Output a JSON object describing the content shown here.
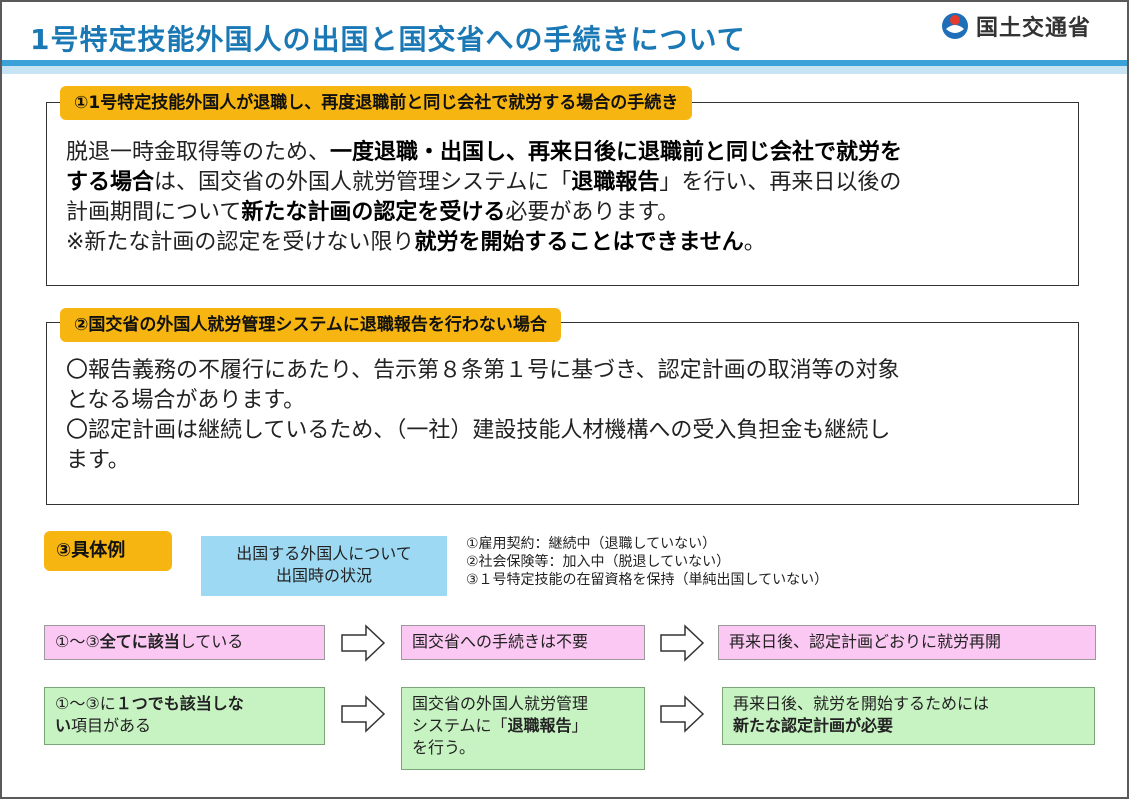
{
  "header": {
    "title": "1号特定技能外国人の出国と国交省への手続きについて",
    "logo_text": "国土交通省",
    "logo_icon": "mlit-logo-icon"
  },
  "section1": {
    "heading": "①1号特定技能外国人が退職し、再度退職前と同じ会社で就労する場合の手続き",
    "line1_a": "脱退一時金取得等のため、",
    "line1_b": "一度退職・出国し、再来日後に退職前と同じ会社で就労を",
    "line2_a": "する場合",
    "line2_b": "は、国交省の外国人就労管理システムに「",
    "line2_c": "退職報告",
    "line2_d": "」を行い、再来日以後の",
    "line3_a": "計画期間について",
    "line3_b": "新たな計画の認定を受ける",
    "line3_c": "必要があります。",
    "line4_a": "※新たな計画の認定を受けない限り",
    "line4_b": "就労を開始することはできません",
    "line4_c": "。"
  },
  "section2": {
    "heading": "②国交省の外国人就労管理システムに退職報告を行わない場合",
    "line1": "〇報告義務の不履行にあたり、告示第８条第１号に基づき、認定計画の取消等の対象",
    "line2": "となる場合があります。",
    "line3": "〇認定計画は継続しているため、（一社）建設技能人材機構への受入負担金も継続し",
    "line4": "ます。"
  },
  "section3": {
    "heading": "③具体例",
    "status_line1": "出国する外国人について",
    "status_line2": "出国時の状況",
    "conditions": [
      "①雇用契約：継続中（退職していない）",
      "②社会保険等：加入中（脱退していない）",
      "③１号特定技能の在留資格を保持（単純出国していない）"
    ],
    "row1": {
      "cond_a": "①～③",
      "cond_b": "全てに該当",
      "cond_c": "している",
      "step": "国交省への手続きは不要",
      "result": "再来日後、認定計画どおりに就労再開"
    },
    "row2": {
      "cond_a": "①～③に",
      "cond_b": "１つでも該当しな",
      "cond_c": "い",
      "cond_d": "項目がある",
      "step_line1": "国交省の外国人就労管理",
      "step_line2_a": "システムに「",
      "step_line2_b": "退職報告",
      "step_line2_c": "」",
      "step_line3": "を行う。",
      "result_line1": "再来日後、就労を開始するためには",
      "result_line2": "新たな認定計画が必要"
    }
  },
  "colors": {
    "title_blue": "#1a78b4",
    "band_blue": "#3aa2d8",
    "band_light": "#c7e4f4",
    "tag_orange": "#f6b511",
    "status_blue": "#9dd9f2",
    "pink_box": "#fac8f2",
    "green_box": "#c7f2c2"
  }
}
